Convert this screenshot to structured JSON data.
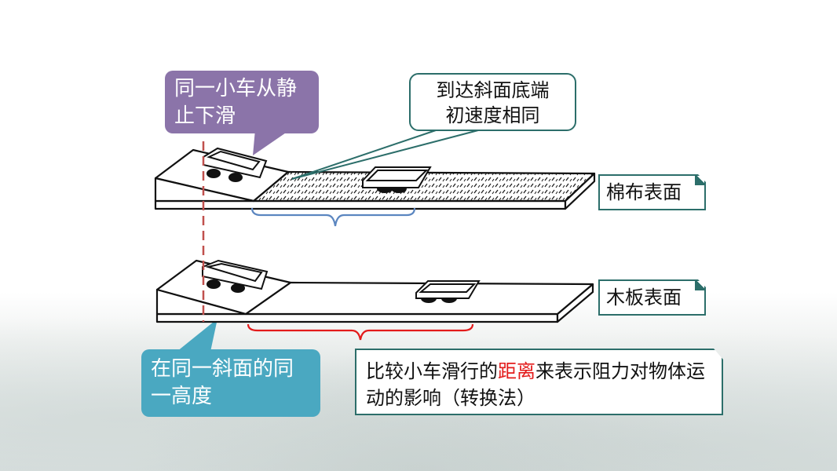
{
  "callouts": {
    "same_cart": "同一小车从静止下滑",
    "same_height": "在同一斜面的同一高度",
    "same_speed_line1": "到达斜面底端",
    "same_speed_line2": "初速度相同"
  },
  "surfaces": {
    "cotton": "棉布表面",
    "wood": "木板表面"
  },
  "conclusion": {
    "before": "比较小车滑行的",
    "highlight": "距离",
    "after": "来表示阻力对物体运动的影响（转换法）"
  },
  "colors": {
    "purple_callout": "#8b74a9",
    "teal_callout": "#4aa8c1",
    "box_border": "#2c6e6a",
    "cotton_brace": "#5b86c0",
    "wood_brace": "#e31b1b",
    "guide_line": "#c0504d",
    "highlight": "#e31b1b"
  }
}
